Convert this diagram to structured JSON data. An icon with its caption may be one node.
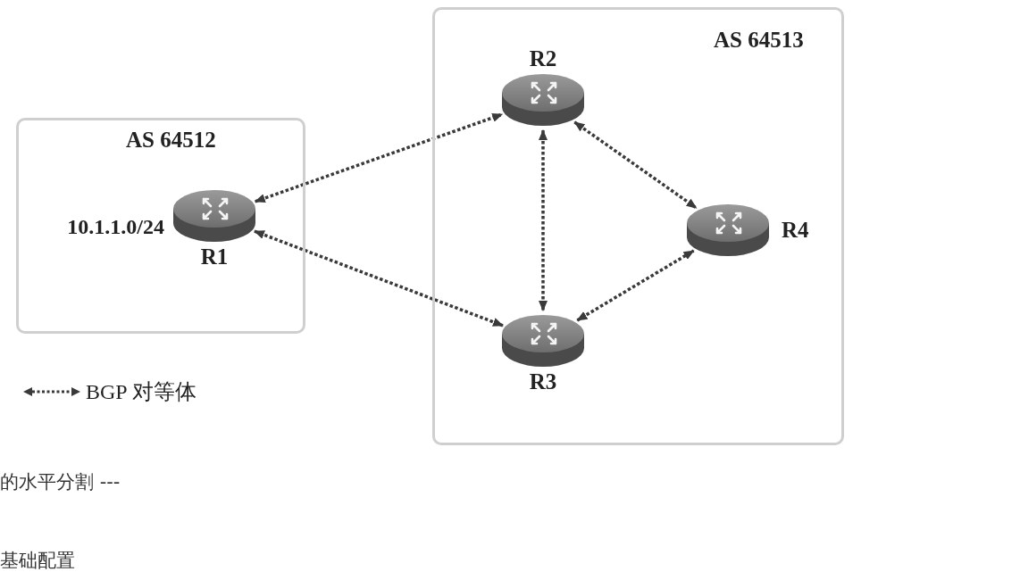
{
  "diagram": {
    "nodes": [
      {
        "text": [
          "AS 64512"
        ]
      },
      {
        "text": [
          "R1"
        ],
        "in": 0,
        "beside": [
          "10.1.1.0/24"
        ]
      },
      {
        "text": [
          "AS 64513"
        ]
      },
      {
        "text": [
          "R2"
        ],
        "in": 2
      },
      {
        "text": [
          "R3"
        ],
        "in": 2
      },
      {
        "text": [
          "R4"
        ],
        "in": 2
      }
    ],
    "edges": [
      {
        "from": 1,
        "to": 3,
        "arrow": "both",
        "style": "dashed"
      },
      {
        "from": 1,
        "to": 4,
        "arrow": "both",
        "style": "dashed"
      },
      {
        "from": 3,
        "to": 4,
        "arrow": "both",
        "style": "dashed"
      },
      {
        "from": 3,
        "to": 5,
        "arrow": "both",
        "style": "dashed"
      },
      {
        "from": 4,
        "to": 5,
        "arrow": "both",
        "style": "dashed"
      }
    ],
    "labels": [
      "的水平分割 ---",
      "基础配置"
    ],
    "legend": [
      {
        "text": "BGP 对等体"
      }
    ]
  }
}
